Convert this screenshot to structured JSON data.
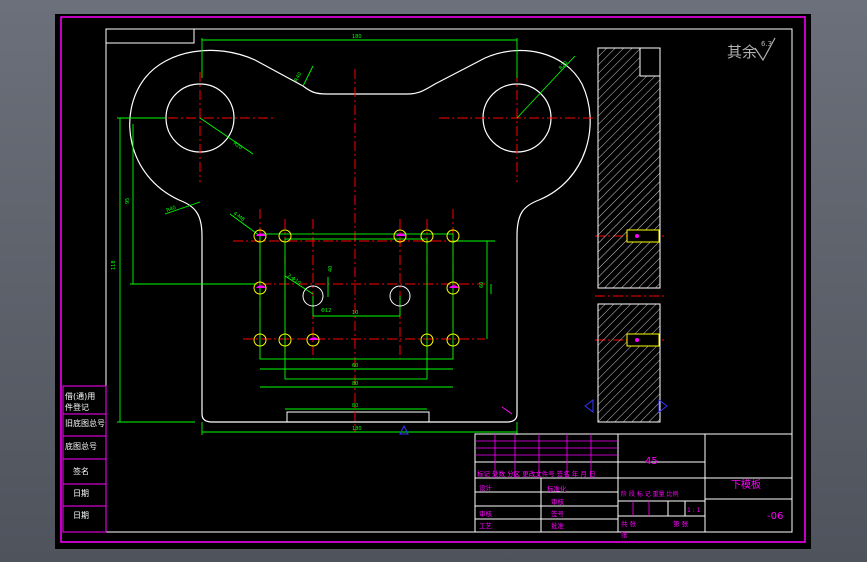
{
  "colors": {
    "background": "#000000",
    "border": "#ff00ff",
    "title_block": "#ffffff",
    "outline": "#ffffff",
    "dimension": "#00ff00",
    "centerline": "#ff0000",
    "hole": "#ffff00",
    "hatch": "#ffffff",
    "accent": "#ff00ff",
    "marker": "#3333ff"
  },
  "surface_note": {
    "text": "其余",
    "value": "6.3"
  },
  "dimensions": {
    "top_width": "180",
    "overall_width": "180",
    "bottom_width": "80",
    "width_mid": "80",
    "width_inner": "60",
    "left_height": "118",
    "left_height_inner": "95",
    "slot_width": "10",
    "radius_left": "R20",
    "radius_right": "R20",
    "radius_top_left": "R40",
    "radius_top_right": "R40",
    "hole_pitch": "4-M8",
    "hole_dia": "2-Φ10",
    "center_hole": "Φ12",
    "right_height": "60",
    "inner_height": "40"
  },
  "left_column": [
    {
      "label": "借(通)用"
    },
    {
      "label": "件登记"
    },
    {
      "label": "旧底图总号"
    },
    {
      "label": "底图总号"
    },
    {
      "label": "签名"
    },
    {
      "label": "日期"
    },
    {
      "label": "日期"
    }
  ],
  "title_block": {
    "material": "45",
    "part_name": "下模板",
    "drawing_number": "-06",
    "scale": "1 : 1",
    "revision_header": "标记 处数 分区 更改文件号 签名 年 月 日",
    "design": "设计",
    "standardization": "标准化",
    "review": "审核",
    "process": "工艺",
    "approve": "批准",
    "check": "审核",
    "seal": "签号",
    "stage_header": "阶 段 标 记   重量   比例",
    "sheet_total": "共   张",
    "sheet_no": "第   张",
    "sheet_tail": "张"
  }
}
